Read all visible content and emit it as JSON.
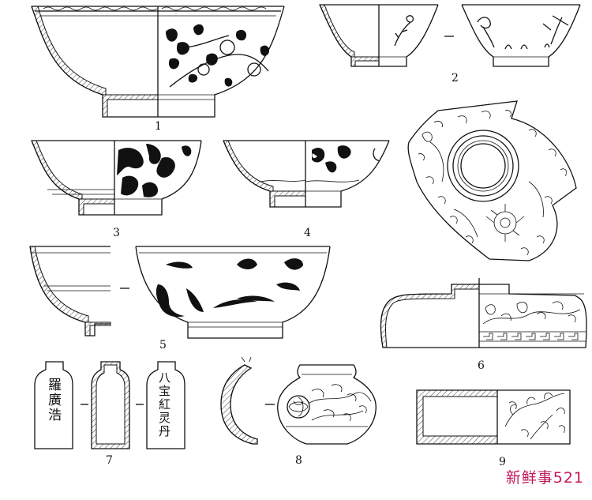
{
  "figure_labels": [
    "1",
    "2",
    "3",
    "4",
    "5",
    "6",
    "7",
    "8",
    "9"
  ],
  "jar_inscriptions": {
    "left": "羅廣浩",
    "right": "八宝紅灵丹"
  },
  "watermark": "新鲜事521",
  "colors": {
    "line": "#111111",
    "watermark": "#c2185b",
    "background": "#ffffff"
  }
}
